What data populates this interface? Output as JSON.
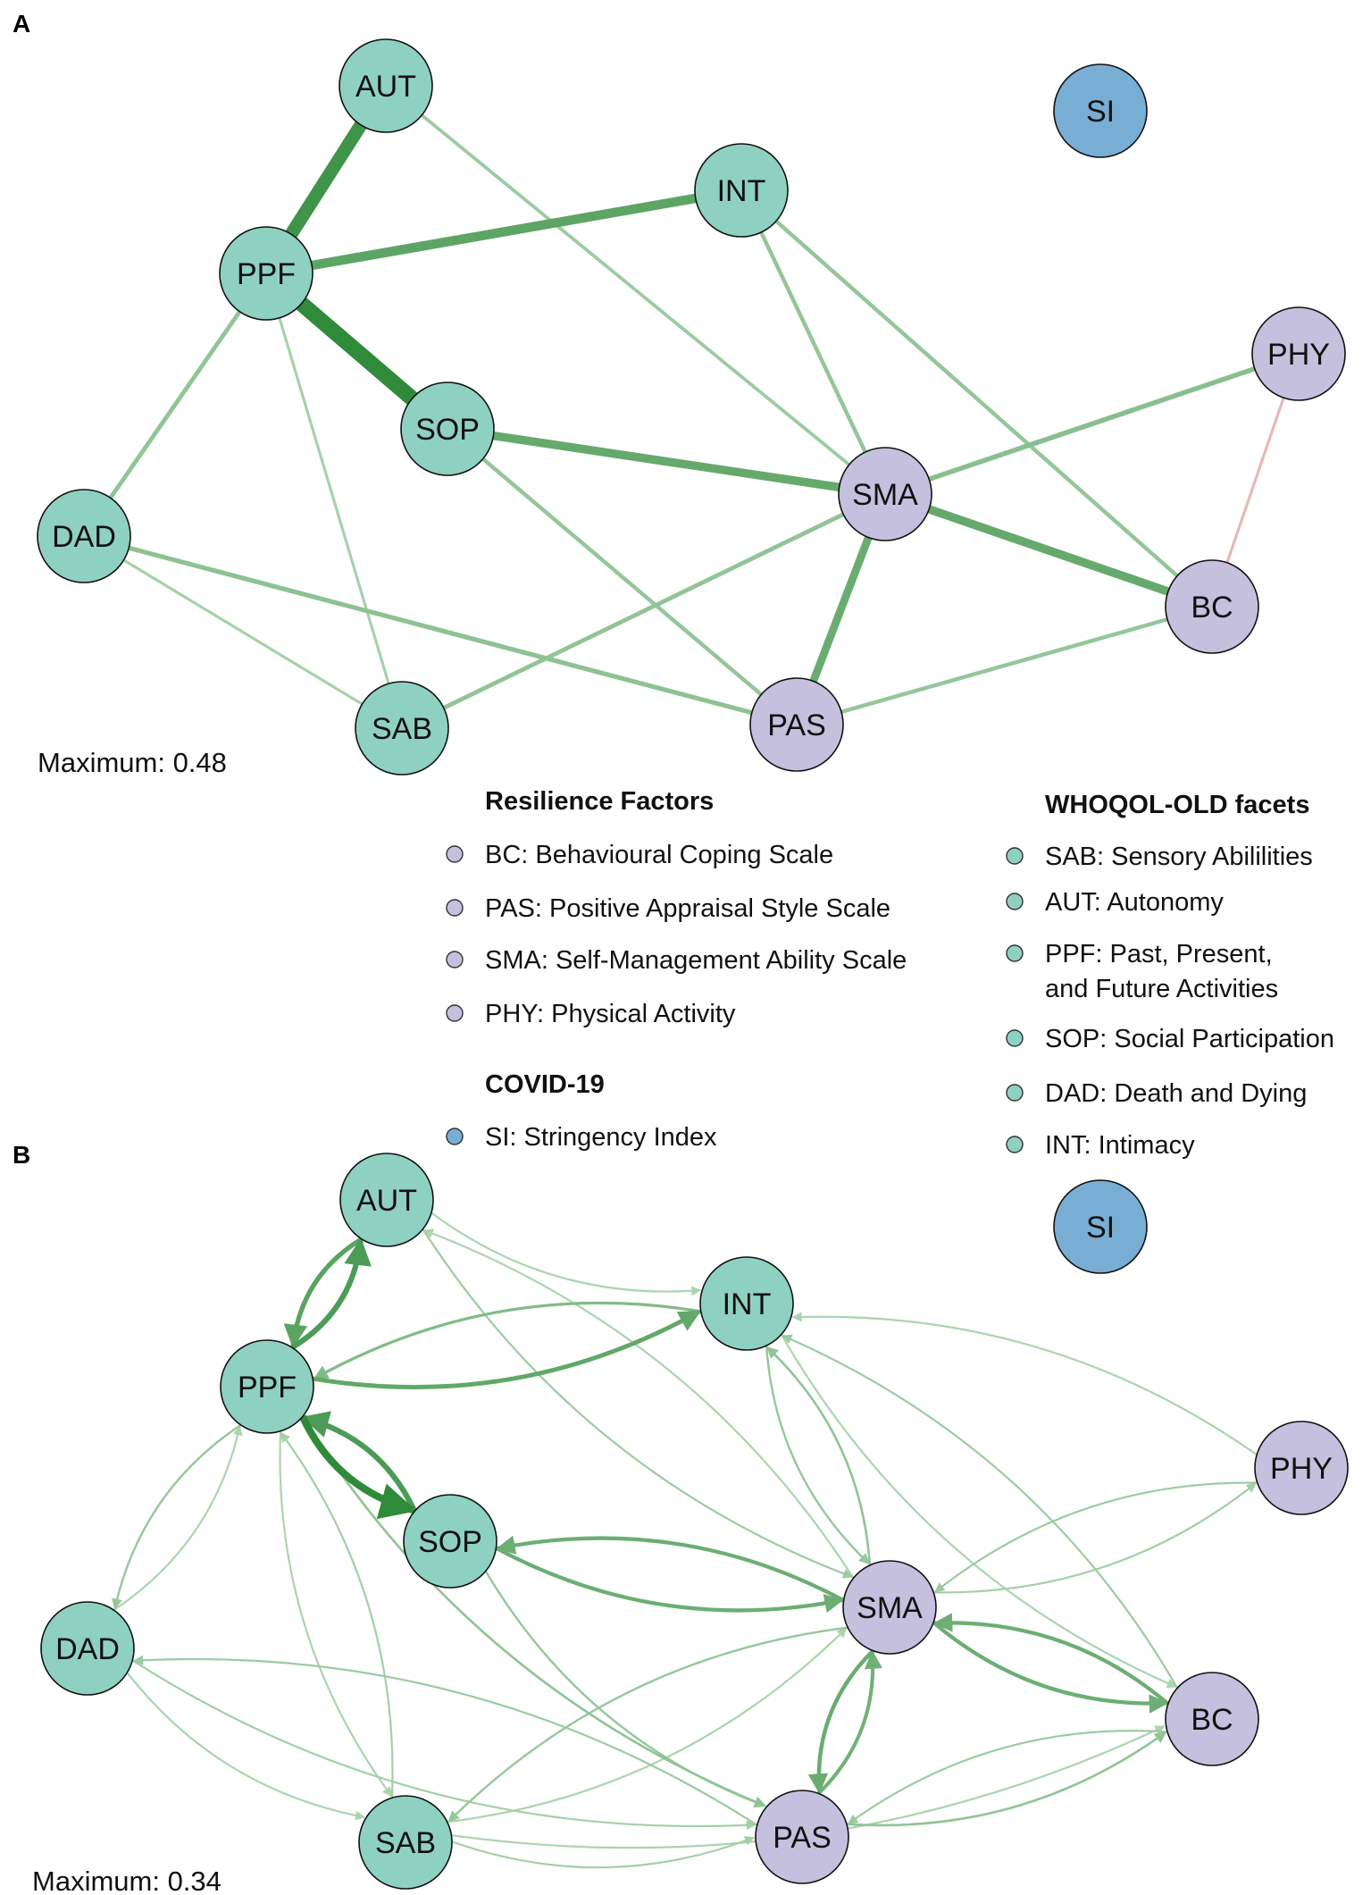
{
  "colors": {
    "facet": "#8fd1c1",
    "resilience": "#c5c0de",
    "covid": "#78aed3",
    "positive_edge": "#2f8a3a",
    "negative_edge": "#e8b7b7"
  },
  "panel_a": {
    "letter": "A",
    "maximum_label": "Maximum: 0.48",
    "nodes": [
      {
        "id": "AUT",
        "label": "AUT",
        "group": "facet"
      },
      {
        "id": "SI",
        "label": "SI",
        "group": "covid"
      },
      {
        "id": "INT",
        "label": "INT",
        "group": "facet"
      },
      {
        "id": "PPF",
        "label": "PPF",
        "group": "facet"
      },
      {
        "id": "PHY",
        "label": "PHY",
        "group": "resilience"
      },
      {
        "id": "SOP",
        "label": "SOP",
        "group": "facet"
      },
      {
        "id": "SMA",
        "label": "SMA",
        "group": "resilience"
      },
      {
        "id": "DAD",
        "label": "DAD",
        "group": "facet"
      },
      {
        "id": "BC",
        "label": "BC",
        "group": "resilience"
      },
      {
        "id": "SAB",
        "label": "SAB",
        "group": "facet"
      },
      {
        "id": "PAS",
        "label": "PAS",
        "group": "resilience"
      }
    ],
    "edges": [
      {
        "from": "PPF",
        "to": "SOP",
        "weight": 0.48
      },
      {
        "from": "PPF",
        "to": "AUT",
        "weight": 0.4
      },
      {
        "from": "PPF",
        "to": "INT",
        "weight": 0.27
      },
      {
        "from": "SOP",
        "to": "SMA",
        "weight": 0.24
      },
      {
        "from": "SMA",
        "to": "BC",
        "weight": 0.24
      },
      {
        "from": "SMA",
        "to": "PAS",
        "weight": 0.22
      },
      {
        "from": "SMA",
        "to": "PHY",
        "weight": 0.12
      },
      {
        "from": "DAD",
        "to": "PAS",
        "weight": 0.11
      },
      {
        "from": "PPF",
        "to": "DAD",
        "weight": 0.1
      },
      {
        "from": "SAB",
        "to": "SMA",
        "weight": 0.1
      },
      {
        "from": "INT",
        "to": "SMA",
        "weight": 0.09
      },
      {
        "from": "INT",
        "to": "BC",
        "weight": 0.09
      },
      {
        "from": "SOP",
        "to": "PAS",
        "weight": 0.09
      },
      {
        "from": "PAS",
        "to": "BC",
        "weight": 0.09
      },
      {
        "from": "AUT",
        "to": "SMA",
        "weight": 0.07
      },
      {
        "from": "PPF",
        "to": "SAB",
        "weight": 0.05
      },
      {
        "from": "DAD",
        "to": "SAB",
        "weight": 0.05
      },
      {
        "from": "PHY",
        "to": "BC",
        "weight": -0.05
      }
    ]
  },
  "legend": {
    "resilience_heading": "Resilience Factors",
    "resilience_items": [
      "BC: Behavioural Coping Scale",
      "PAS: Positive Appraisal Style Scale",
      "SMA: Self-Management Ability Scale",
      "PHY: Physical Activity"
    ],
    "covid_heading": "COVID-19",
    "covid_items": [
      "SI: Stringency Index"
    ],
    "facets_heading": "WHOQOL-OLD facets",
    "facets_items": [
      [
        "SAB: Sensory Abililities"
      ],
      [
        "AUT: Autonomy"
      ],
      [
        "PPF: Past, Present,",
        "and Future Activities"
      ],
      [
        "SOP: Social Participation"
      ],
      [
        "DAD: Death and Dying"
      ],
      [
        "INT: Intimacy"
      ]
    ]
  },
  "panel_b": {
    "letter": "B",
    "maximum_label": "Maximum: 0.34",
    "nodes": [
      {
        "id": "AUT",
        "label": "AUT",
        "group": "facet"
      },
      {
        "id": "SI",
        "label": "SI",
        "group": "covid"
      },
      {
        "id": "INT",
        "label": "INT",
        "group": "facet"
      },
      {
        "id": "PPF",
        "label": "PPF",
        "group": "facet"
      },
      {
        "id": "PHY",
        "label": "PHY",
        "group": "resilience"
      },
      {
        "id": "SOP",
        "label": "SOP",
        "group": "facet"
      },
      {
        "id": "SMA",
        "label": "SMA",
        "group": "resilience"
      },
      {
        "id": "DAD",
        "label": "DAD",
        "group": "facet"
      },
      {
        "id": "BC",
        "label": "BC",
        "group": "resilience"
      },
      {
        "id": "SAB",
        "label": "SAB",
        "group": "facet"
      },
      {
        "id": "PAS",
        "label": "PAS",
        "group": "resilience"
      }
    ],
    "edges": [
      {
        "from": "PPF",
        "to": "SOP",
        "weight": 0.34
      },
      {
        "from": "SOP",
        "to": "PPF",
        "weight": 0.24
      },
      {
        "from": "PPF",
        "to": "AUT",
        "weight": 0.24
      },
      {
        "from": "AUT",
        "to": "PPF",
        "weight": 0.2
      },
      {
        "from": "PPF",
        "to": "INT",
        "weight": 0.18
      },
      {
        "from": "INT",
        "to": "PPF",
        "weight": 0.1
      },
      {
        "from": "SMA",
        "to": "SOP",
        "weight": 0.15
      },
      {
        "from": "SOP",
        "to": "SMA",
        "weight": 0.15
      },
      {
        "from": "SMA",
        "to": "BC",
        "weight": 0.15
      },
      {
        "from": "BC",
        "to": "SMA",
        "weight": 0.15
      },
      {
        "from": "SMA",
        "to": "PAS",
        "weight": 0.16
      },
      {
        "from": "PAS",
        "to": "SMA",
        "weight": 0.14
      },
      {
        "from": "SMA",
        "to": "INT",
        "weight": 0.07
      },
      {
        "from": "BC",
        "to": "INT",
        "weight": 0.05
      },
      {
        "from": "INT",
        "to": "SMA",
        "weight": 0.06
      },
      {
        "from": "PHY",
        "to": "SMA",
        "weight": 0.05
      },
      {
        "from": "SMA",
        "to": "PHY",
        "weight": 0.04
      },
      {
        "from": "AUT",
        "to": "SMA",
        "weight": 0.05
      },
      {
        "from": "SMA",
        "to": "AUT",
        "weight": 0.03
      },
      {
        "from": "PPF",
        "to": "DAD",
        "weight": 0.06
      },
      {
        "from": "DAD",
        "to": "PPF",
        "weight": 0.03
      },
      {
        "from": "PPF",
        "to": "PAS",
        "weight": 0.07
      },
      {
        "from": "PAS",
        "to": "DAD",
        "weight": 0.05
      },
      {
        "from": "DAD",
        "to": "SAB",
        "weight": 0.03
      },
      {
        "from": "SAB",
        "to": "PPF",
        "weight": 0.04
      },
      {
        "from": "PPF",
        "to": "SAB",
        "weight": 0.03
      },
      {
        "from": "SMA",
        "to": "SAB",
        "weight": 0.06
      },
      {
        "from": "SAB",
        "to": "SMA",
        "weight": 0.03
      },
      {
        "from": "SOP",
        "to": "PAS",
        "weight": 0.06
      },
      {
        "from": "PAS",
        "to": "BC",
        "weight": 0.07
      },
      {
        "from": "BC",
        "to": "PAS",
        "weight": 0.05
      },
      {
        "from": "DAD",
        "to": "PAS",
        "weight": 0.04
      },
      {
        "from": "SAB",
        "to": "PAS",
        "weight": 0.04
      },
      {
        "from": "INT",
        "to": "BC",
        "weight": 0.03
      },
      {
        "from": "PHY",
        "to": "INT",
        "weight": 0.03
      },
      {
        "from": "AUT",
        "to": "INT",
        "weight": 0.03
      },
      {
        "from": "SAB",
        "to": "BC",
        "weight": 0.03
      }
    ]
  }
}
